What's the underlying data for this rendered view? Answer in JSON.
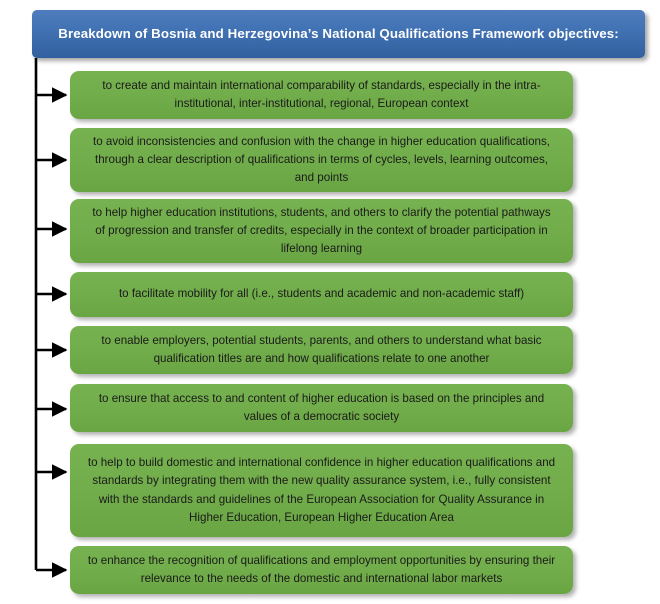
{
  "diagram": {
    "type": "flowchart",
    "orientation": "vertical-branching",
    "colors": {
      "header_blue_top": "#4f7cbd",
      "header_blue_bottom": "#32609f",
      "box_green_top": "#77b250",
      "box_green_bottom": "#6aa544",
      "connector_black": "#000000",
      "header_text": "#ffffff",
      "box_text": "#1a1a1a",
      "background": "#ffffff"
    }
  },
  "header": {
    "title": "Breakdown of Bosnia and Herzegovina’s National Qualifications Framework objectives:"
  },
  "objectives": [
    {
      "index": 1,
      "text": "to create and maintain international comparability of standards, especially in the intra-institutional, inter-institutional, regional, European context"
    },
    {
      "index": 2,
      "text": "to avoid inconsistencies and confusion with the change in higher education qualifications, through a clear description of qualifications in terms of cycles, levels, learning outcomes, and points"
    },
    {
      "index": 3,
      "text": "to help higher education institutions, students, and others to clarify the potential pathways of progression and transfer of credits, especially in the context of broader participation in lifelong learning"
    },
    {
      "index": 4,
      "text": "to facilitate mobility for all (i.e., students and academic and non-academic staff)"
    },
    {
      "index": 5,
      "text": "to enable employers, potential students, parents, and others to understand what basic qualification titles are and how qualifications relate to one another"
    },
    {
      "index": 6,
      "text": "to ensure that access to and content of higher education is based on the principles and values of a democratic society"
    },
    {
      "index": 7,
      "text": "to help to build domestic and international confidence in higher education qualifications and standards by integrating them with the new quality assurance system, i.e., fully consistent with the standards and guidelines of the European Association for Quality Assurance in Higher Education, European Higher Education Area"
    },
    {
      "index": 8,
      "text": "to enhance the recognition of qualifications and employment opportunities by ensuring their relevance to the needs of the domestic and international labor markets"
    }
  ]
}
